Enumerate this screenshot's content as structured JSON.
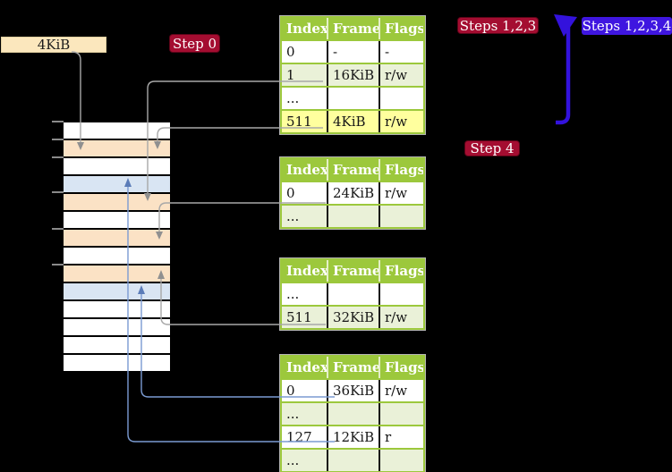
{
  "colors": {
    "bg": "#000000",
    "tan_box": "#fbe7bd",
    "red_label": "#a40d31",
    "blue_label": "#3f16e0",
    "thick_arrow_blue": "#3312dc",
    "line_gray": "#a8a8a8",
    "arrow_gray": "#909090",
    "line_blue": "#7b9bd2",
    "arrow_blue": "#5b7cb8",
    "row_orange": "#fbe2c5",
    "row_blue": "#d9e5f3",
    "row_white": "#ffffff",
    "tbl_green": "#9cc83c",
    "tbl_light_green": "#eaf1d8",
    "tbl_yellow": "#ffff9e",
    "tick_gray": "#8a8a8a"
  },
  "labels": {
    "frame_size": "4KiB",
    "step0": "Step 0",
    "steps123": "Steps 1,2,3",
    "steps1234": "Steps 1,2,3,4",
    "step4": "Step 4"
  },
  "memory_column": {
    "rows": [
      {
        "color": "white"
      },
      {
        "color": "orange"
      },
      {
        "color": "white"
      },
      {
        "color": "blue"
      },
      {
        "color": "orange"
      },
      {
        "color": "white"
      },
      {
        "color": "orange"
      },
      {
        "color": "white"
      },
      {
        "color": "orange"
      },
      {
        "color": "blue"
      },
      {
        "color": "white"
      },
      {
        "color": "white"
      },
      {
        "color": "white"
      },
      {
        "color": "white"
      }
    ],
    "ticks_y": [
      135,
      155,
      175,
      214,
      255,
      295
    ]
  },
  "tables": [
    {
      "name": "page-table-top",
      "headers": [
        "Index",
        "Frame",
        "Flags"
      ],
      "rows": [
        {
          "index": "0",
          "frame": "-",
          "flags": "-",
          "shaded": false,
          "highlighted": false
        },
        {
          "index": "1",
          "frame": "16KiB",
          "flags": "r/w",
          "shaded": true,
          "highlighted": false
        },
        {
          "index": "...",
          "frame": "",
          "flags": "",
          "shaded": false,
          "highlighted": false
        },
        {
          "index": "511",
          "frame": "4KiB",
          "flags": "r/w",
          "shaded": true,
          "highlighted": true
        }
      ]
    },
    {
      "name": "page-table-second",
      "headers": [
        "Index",
        "Frame",
        "Flags"
      ],
      "rows": [
        {
          "index": "0",
          "frame": "24KiB",
          "flags": "r/w",
          "shaded": false,
          "highlighted": false
        },
        {
          "index": "...",
          "frame": "",
          "flags": "",
          "shaded": true,
          "highlighted": false
        }
      ]
    },
    {
      "name": "page-table-third",
      "headers": [
        "Index",
        "Frame",
        "Flags"
      ],
      "rows": [
        {
          "index": "...",
          "frame": "",
          "flags": "",
          "shaded": false,
          "highlighted": false
        },
        {
          "index": "511",
          "frame": "32KiB",
          "flags": "r/w",
          "shaded": true,
          "highlighted": false
        }
      ]
    },
    {
      "name": "page-table-bottom",
      "headers": [
        "Index",
        "Frame",
        "Flags"
      ],
      "rows": [
        {
          "index": "0",
          "frame": "36KiB",
          "flags": "r/w",
          "shaded": false,
          "highlighted": false
        },
        {
          "index": "...",
          "frame": "",
          "flags": "",
          "shaded": true,
          "highlighted": false
        },
        {
          "index": "127",
          "frame": "12KiB",
          "flags": "r",
          "shaded": false,
          "highlighted": false
        },
        {
          "index": "...",
          "frame": "",
          "flags": "",
          "shaded": true,
          "highlighted": false
        }
      ]
    }
  ]
}
